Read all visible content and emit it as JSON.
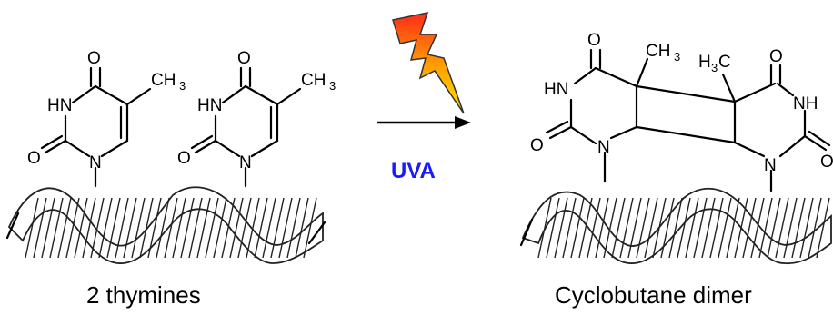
{
  "diagram": {
    "left_caption": "2 thymines",
    "right_caption": "Cyclobutane dimer",
    "reaction_label": "UVA",
    "label_color": "#1a1aff",
    "bolt_colors": {
      "top": "#ff2b1a",
      "middle": "#ff9a00",
      "bottom": "#ffe600",
      "outline": "#333333"
    },
    "atoms": {
      "oxygen": "O",
      "nitrogen": "N",
      "imide_left": "HN",
      "imide_right": "NH",
      "methyl_c": "CH",
      "methyl_sub": "3",
      "methyl_left_c": "H",
      "methyl_left_sub": "3",
      "methyl_left_tail": "C"
    }
  }
}
